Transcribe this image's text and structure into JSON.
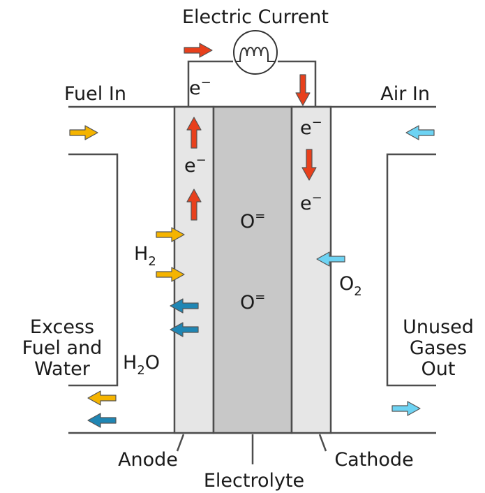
{
  "title": "Electric Current",
  "labels": {
    "fuel_in": "Fuel In",
    "air_in": "Air In",
    "excess_line1": "Excess",
    "excess_line2": "Fuel and",
    "excess_line3": "Water",
    "unused_line1": "Unused",
    "unused_line2": "Gases",
    "unused_line3": "Out",
    "anode": "Anode",
    "electrolyte": "Electrolyte",
    "cathode": "Cathode"
  },
  "species": {
    "electron": "e",
    "electron_charge": "−",
    "hydrogen": "H",
    "hydrogen_sub": "2",
    "water_h": "H",
    "water_sub": "2",
    "water_o": "O",
    "oxygen": "O",
    "oxygen_sub": "2",
    "oxide": "O",
    "oxide_charge": "="
  },
  "colors": {
    "electron_arrow": "#e8401c",
    "fuel_arrow": "#f5b400",
    "water_arrow": "#1f86b4",
    "air_arrow": "#6dd3f3",
    "electrode_fill": "#e6e6e6",
    "electrolyte_fill": "#c8c8c8",
    "outline": "#4d4d4d"
  }
}
